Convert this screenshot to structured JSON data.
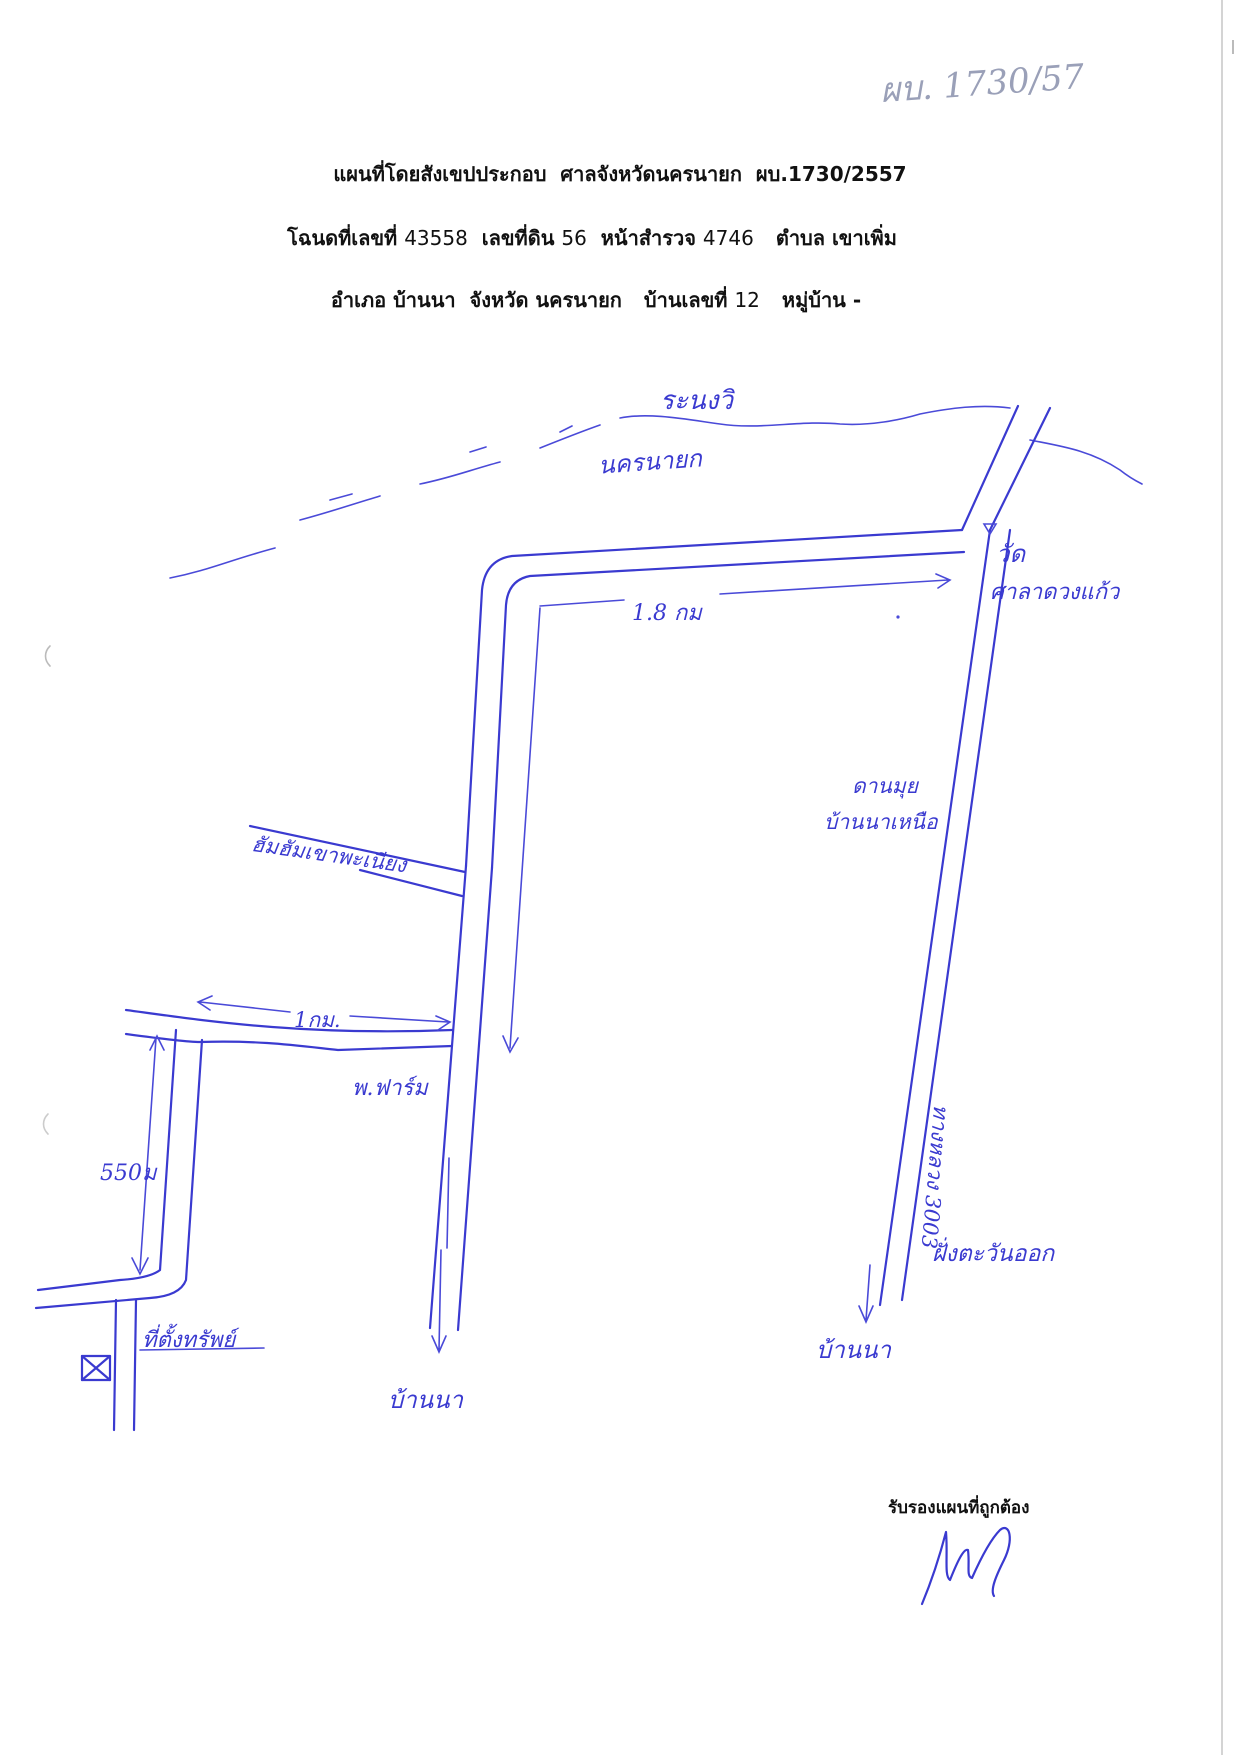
{
  "header": {
    "line1": "แผนที่โดยสังเขปประกอบ  ศาลจังหวัดนครนายก  ผบ.1730/2557",
    "line2": {
      "deed_label": "โฉนดที่เลขที่",
      "deed_no": "43558",
      "land_label": "เลขที่ดิน",
      "land_no": "56",
      "survey_label": "หน้าสำรวจ",
      "survey_no": "4746",
      "subdistrict": "ตำบล เขาเพิ่ม"
    },
    "line3": {
      "district": "อำเภอ บ้านนา",
      "province": "จังหวัด นครนายก",
      "house_label": "บ้านเลขที่",
      "house_no": "12",
      "village": "หมู่บ้าน -"
    }
  },
  "corner_note": "ผบ. 1730/57",
  "map_labels": {
    "top_road": "ระนงวิ",
    "top_road2": "นครนายก",
    "temple": "วัด",
    "temple2": "ศาลาดวงแก้ว",
    "dist_top": "1.8 กม",
    "road_left": "ฮัมฮัมเขาพะเนียง",
    "road_right1": "ดานมุย",
    "road_right2": "บ้านนาเหนือ",
    "dist_mid": "1กม.",
    "landmark": "พ.ฟาร์ม",
    "dist_left": "550ม",
    "highway": "ทางหลวง 3003",
    "owner": "ที่ตั้งทรัพย์",
    "dest_left": "บ้านนา",
    "dest_right": "บ้านนา",
    "right_note": "ฝั่งตะวันออก"
  },
  "certify_text": "รับรองแผนที่ถูกต้อง",
  "signature_text": "signature"
}
